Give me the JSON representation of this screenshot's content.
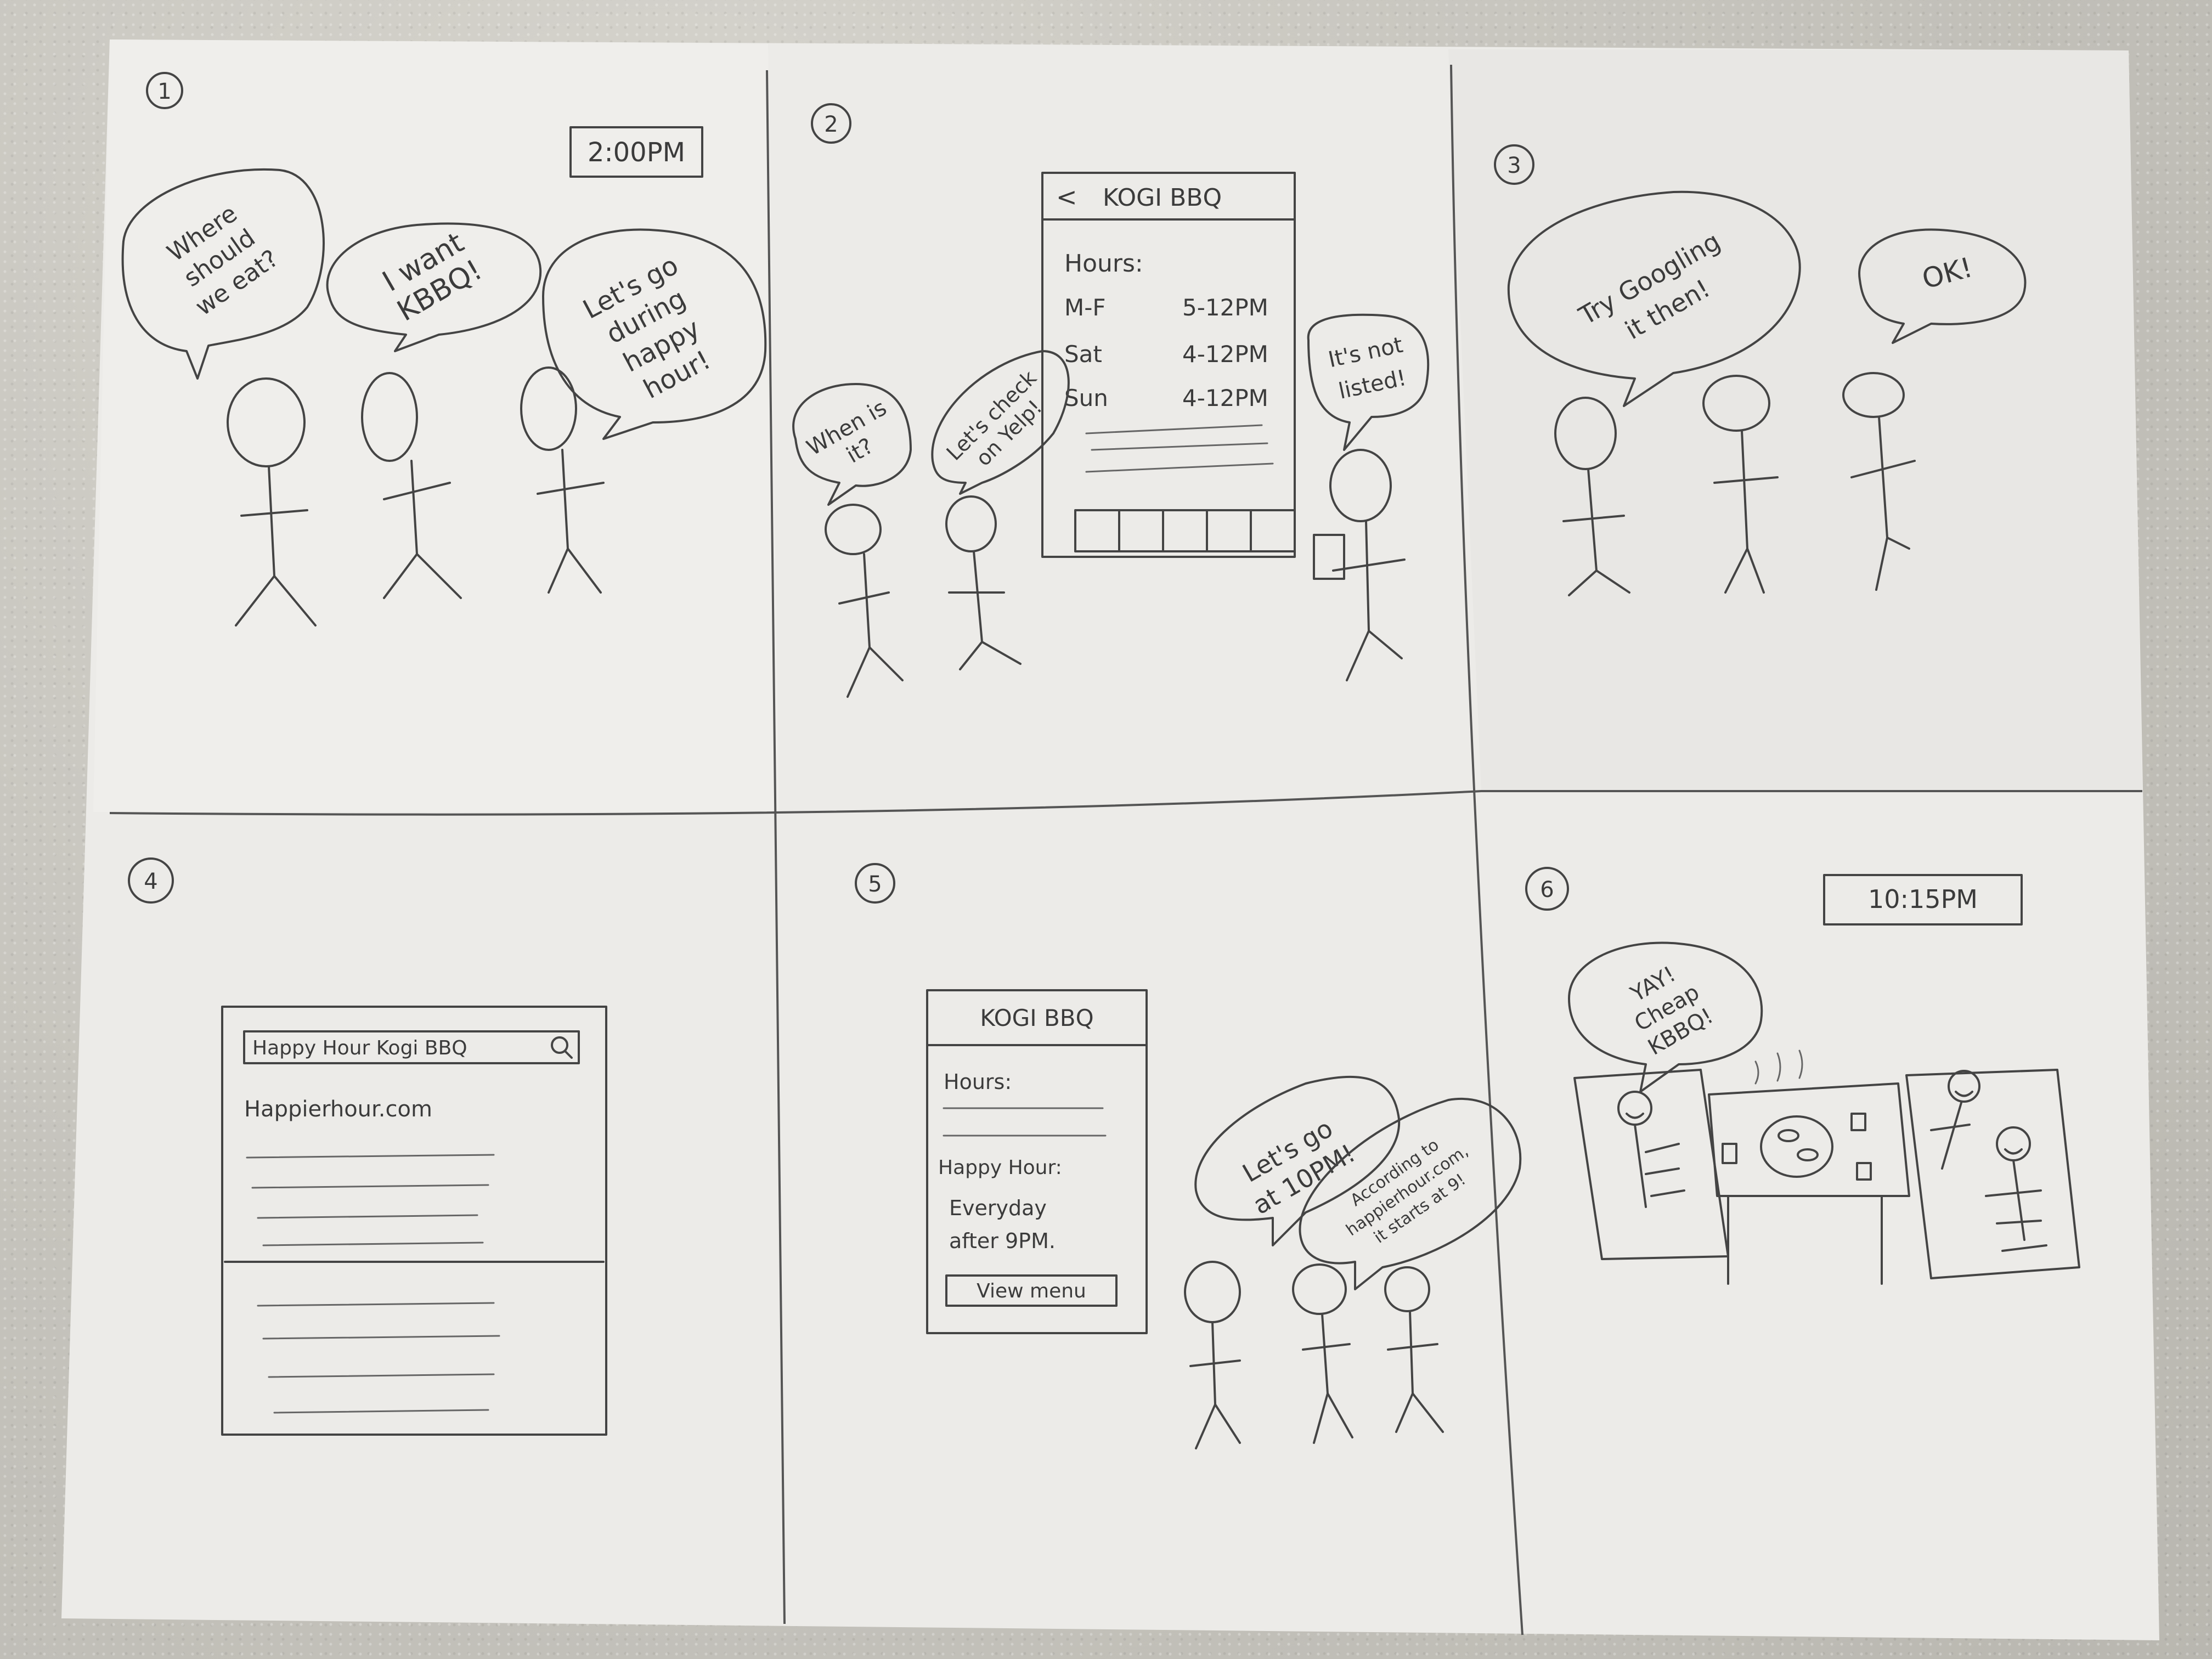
{
  "panels": {
    "p1": {
      "number": "1",
      "clock": "2:00PM",
      "bubble_a": [
        "Where",
        "should",
        "we eat?"
      ],
      "bubble_b": [
        "I want",
        "KBBQ!"
      ],
      "bubble_c": [
        "Let's go",
        "during",
        "happy",
        "hour!"
      ]
    },
    "p2": {
      "number": "2",
      "phone": {
        "back": "<",
        "title": "KOGI BBQ",
        "hours_label": "Hours:",
        "rows": [
          {
            "day": "M-F",
            "time": "5-12PM"
          },
          {
            "day": "Sat",
            "time": "4-12PM"
          },
          {
            "day": "Sun",
            "time": "4-12PM"
          }
        ]
      },
      "bubble_when": [
        "When is",
        "it?"
      ],
      "bubble_yelp": [
        "Let's check",
        "on Yelp!"
      ],
      "bubble_not_listed": [
        "It's not",
        "listed!"
      ]
    },
    "p3": {
      "number": "3",
      "bubble_google": [
        "Try Googling",
        "it then!"
      ],
      "bubble_ok": "OK!"
    },
    "p4": {
      "number": "4",
      "search_query": "Happy Hour Kogi BBQ",
      "search_icon": "magnifier-icon",
      "result_title": "Happierhour.com"
    },
    "p5": {
      "number": "5",
      "phone": {
        "title": "KOGI BBQ",
        "hours_label": "Hours:",
        "happy_label": "Happy Hour:",
        "happy_line1": "Everyday",
        "happy_line2": "after 9PM.",
        "menu_button": "View menu"
      },
      "bubble_10pm": [
        "Let's go",
        "at 10PM!"
      ],
      "bubble_according": [
        "According to",
        "happierhour.com,",
        "it starts at 9!"
      ]
    },
    "p6": {
      "number": "6",
      "clock": "10:15PM",
      "bubble_yay": [
        "YAY!",
        "Cheap",
        "KBBQ!"
      ]
    }
  },
  "colors": {
    "paper": "#ececea",
    "pencil": "#444444"
  }
}
